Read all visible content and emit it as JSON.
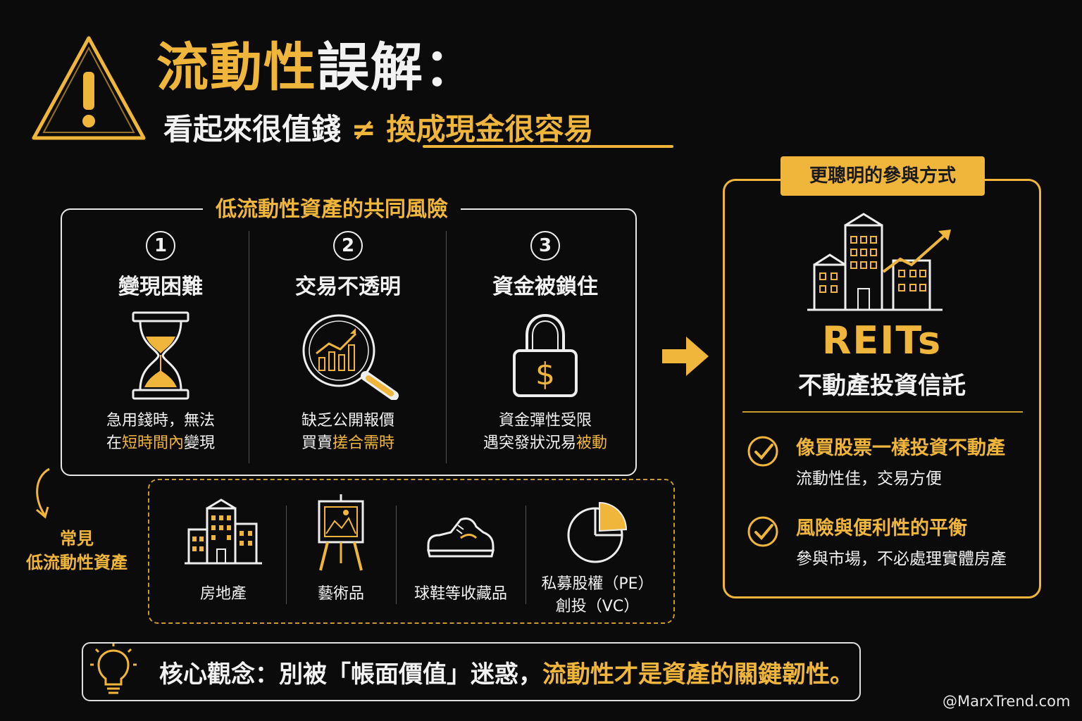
{
  "header": {
    "title_part1": "流動性",
    "title_part2": "誤解：",
    "subtitle_left": "看起來很值錢",
    "subtitle_symbol": "≠",
    "subtitle_right": "換成現金很容易"
  },
  "risks": {
    "title": "低流動性資產的共同風險",
    "items": [
      {
        "number": "1",
        "heading": "變現困難",
        "icon": "hourglass-icon",
        "desc1": "急用錢時，無法",
        "desc2_a": "在",
        "desc2_b": "短時間內",
        "desc2_c": "變現"
      },
      {
        "number": "2",
        "heading": "交易不透明",
        "icon": "magnifier-chart-icon",
        "desc1": "缺乏公開報價",
        "desc2_a": "買賣",
        "desc2_b": "搓合需時",
        "desc2_c": ""
      },
      {
        "number": "3",
        "heading": "資金被鎖住",
        "icon": "padlock-dollar-icon",
        "desc1": "資金彈性受限",
        "desc2_a": "遇突發狀況易",
        "desc2_b": "被動",
        "desc2_c": ""
      }
    ]
  },
  "common_assets": {
    "label_line1": "常見",
    "label_line2": "低流動性資產",
    "items": [
      {
        "label": "房地產",
        "icon": "buildings-icon"
      },
      {
        "label": "藝術品",
        "icon": "easel-painting-icon"
      },
      {
        "label": "球鞋等收藏品",
        "icon": "sneaker-icon"
      },
      {
        "label": "私募股權（PE）",
        "label2": "創投（VC）",
        "icon": "pie-chart-icon"
      }
    ]
  },
  "reits": {
    "tag": "更聰明的參與方式",
    "name": "REITs",
    "subtitle": "不動產投資信託",
    "benefits": [
      {
        "title": "像買股票一樣投資不動產",
        "sub": "流動性佳，交易方便"
      },
      {
        "title": "風險與便利性的平衡",
        "sub": "參與市場，不必處理實體房產"
      }
    ]
  },
  "core": {
    "label": "核心觀念：",
    "text_white": "別被「帳面價值」迷惑，",
    "text_gold": "流動性才是資產的關鍵韌性。"
  },
  "watermark": "@MarxTrend.com",
  "colors": {
    "accent": "#f0b63c",
    "background": "#0b0b0b",
    "text": "#f2f2f2"
  }
}
